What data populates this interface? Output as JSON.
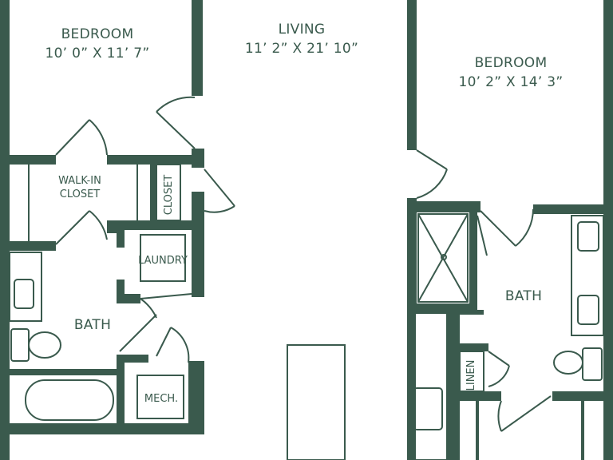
{
  "colors": {
    "wall": "#3a5a4d",
    "fixture": "#3a5a4d",
    "background": "#ffffff",
    "text": "#3a5a4d"
  },
  "rooms": {
    "bedroom_1": {
      "name": "BEDROOM",
      "dims": "10’ 0” X 11’ 7”"
    },
    "living": {
      "name": "LIVING",
      "dims": "11’ 2” X 21’ 10”"
    },
    "bedroom_2": {
      "name": "BEDROOM",
      "dims": "10’ 2” X 14’ 3”"
    },
    "walk_in_closet": {
      "line1": "WALK-IN",
      "line2": "CLOSET"
    },
    "closet": {
      "name": "CLOSET"
    },
    "laundry": {
      "name": "LAUNDRY"
    },
    "bath_1": {
      "name": "BATH"
    },
    "bath_2": {
      "name": "BATH"
    },
    "mech": {
      "name": "MECH."
    },
    "linen": {
      "name": "LINEN"
    }
  }
}
